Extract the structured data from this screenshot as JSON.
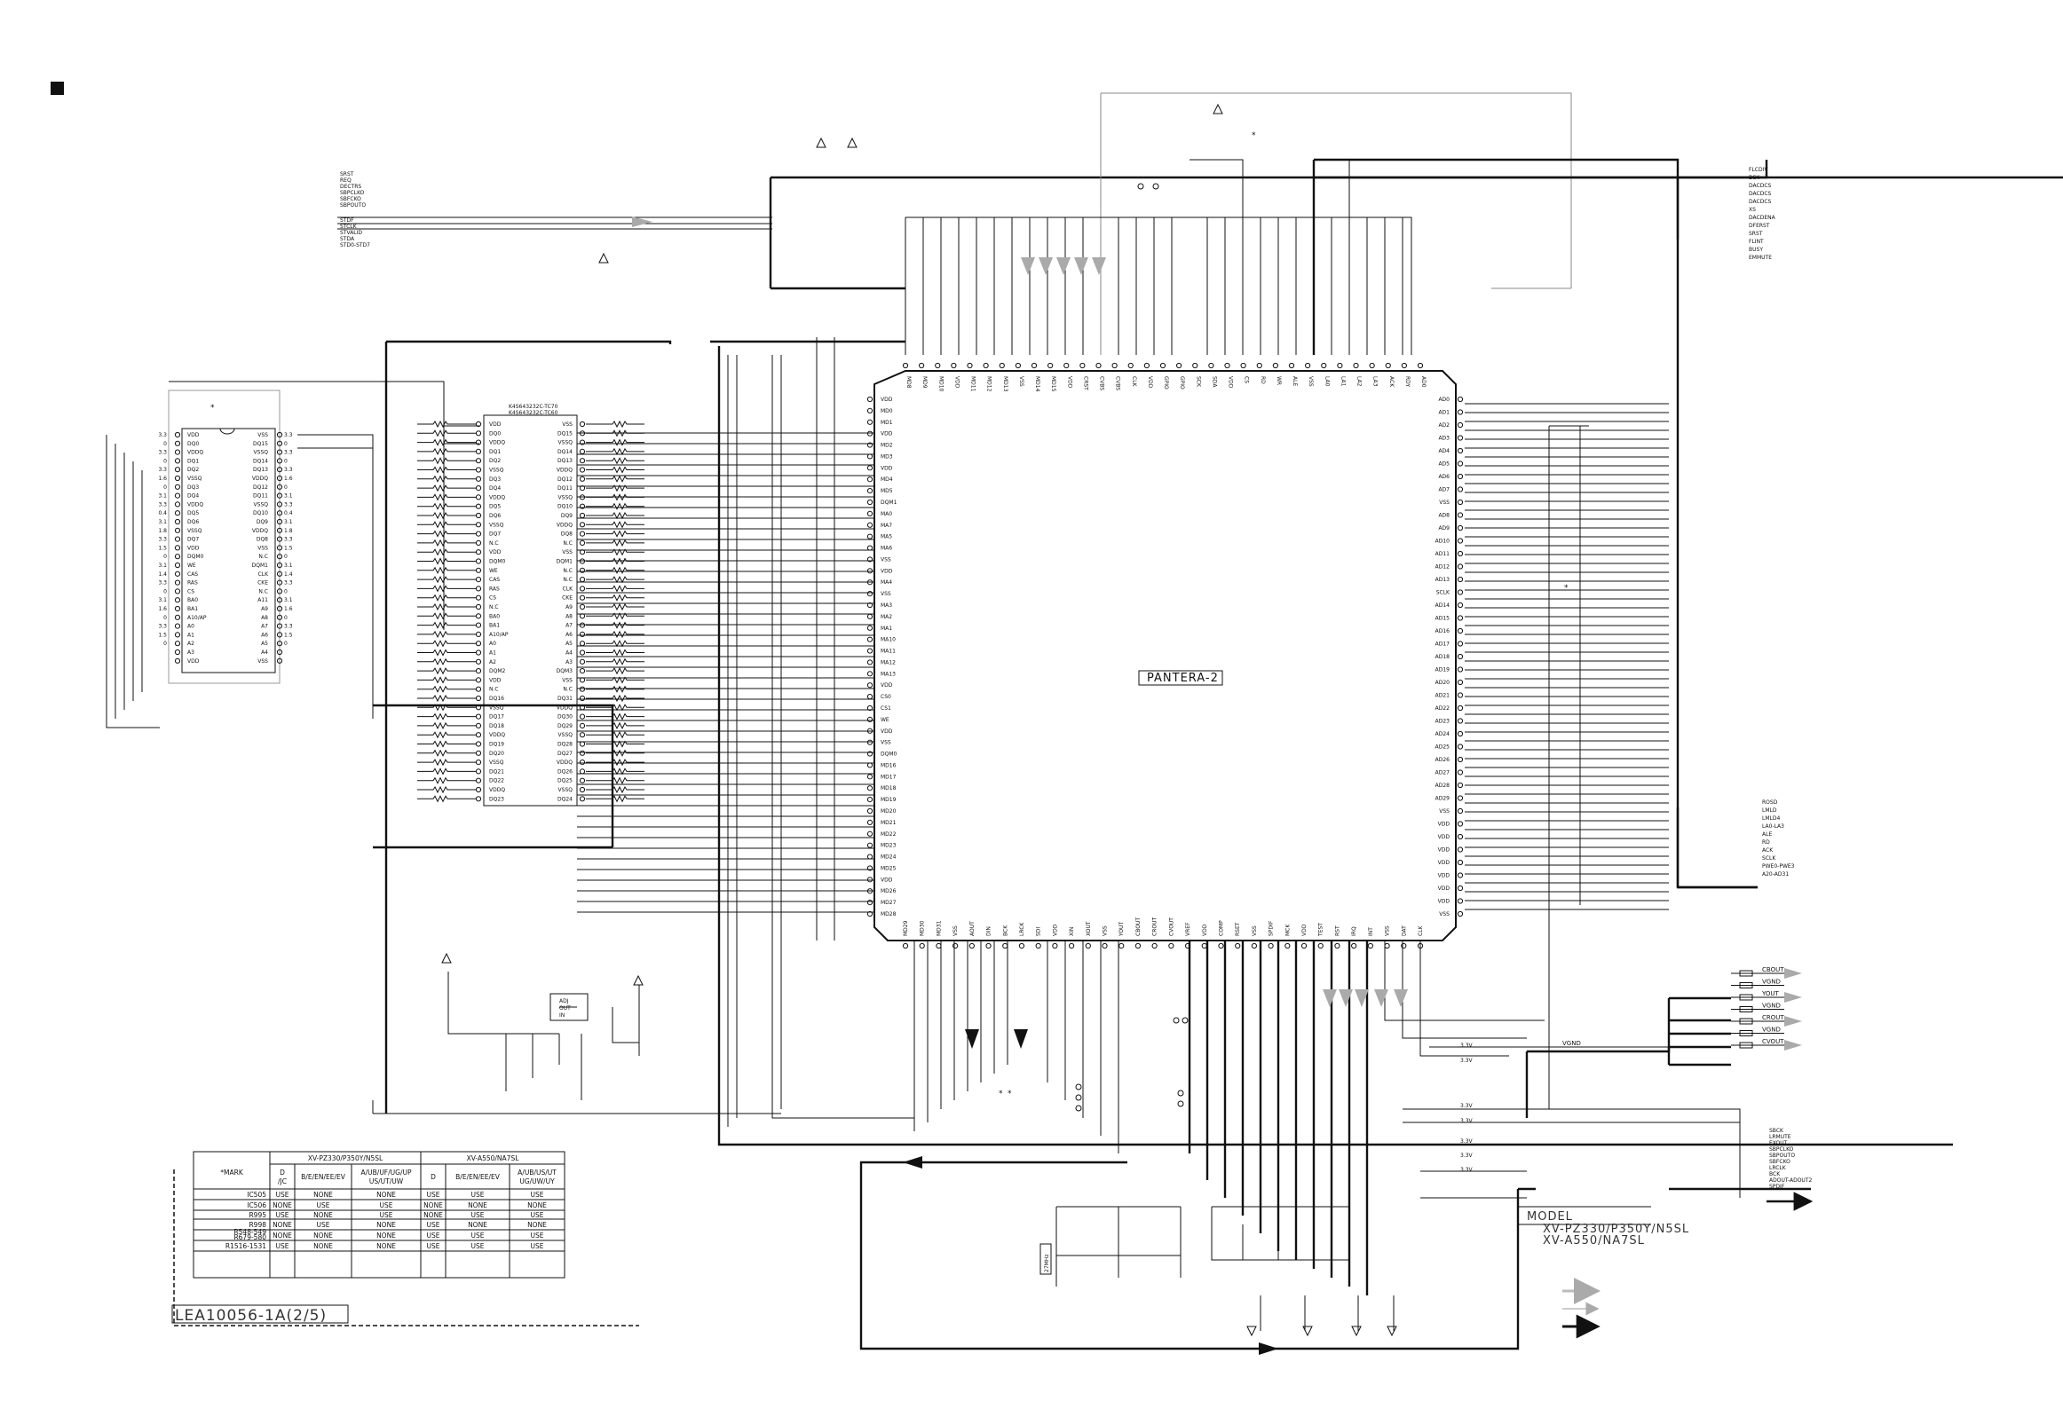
{
  "ic_main": {
    "label": "PANTERA-2"
  },
  "ic_dram": {
    "part_a": "K4S643232C-TC70",
    "part_b": "K4S643232C-TC60"
  },
  "left_bus_labels": [
    "SRST",
    "REQ",
    "DECTRS",
    "SBPCLKO",
    "SBFCKO",
    "SBPOUTO",
    "STDF",
    "STCLK",
    "STVALID",
    "STDA",
    "STD0-STD7"
  ],
  "right_bus_labels_top": [
    "FLCDIV",
    "BCK",
    "DACDCS",
    "DACDCS",
    "DACDCS",
    "XS",
    "DACDENA",
    "DFERST",
    "SRST",
    "FLINT",
    "BUSY",
    "EMMUTE"
  ],
  "right_bus_labels_mid": [
    "ROSD",
    "LMLD",
    "LMLD4",
    "LA0-LA3",
    "ALE",
    "RD",
    "ACK",
    "SCLK",
    "PWE0-PWE3",
    "A20-AD31"
  ],
  "right_bus_labels_low": [
    "SBCK",
    "LRMUTE",
    "EXOUT",
    "SBPCLKO",
    "SBPOUTO",
    "SBFCKO",
    "LRCLK",
    "BCK",
    "ADOUT-ADOUT2",
    "SPDIF"
  ],
  "video_outputs": [
    "CBOUT",
    "VGND",
    "YOUT",
    "VGND",
    "CROUT",
    "VGND",
    "CVOUT"
  ],
  "vgnd_label": "VGND",
  "voltage_labels": [
    "3.3V",
    "3.3V",
    "3.3V",
    "3.3V",
    "3.3V",
    "3.3V",
    "3.3V"
  ],
  "crystal_label": "27MHz",
  "marker_star": "*",
  "model_block": {
    "title": "MODEL",
    "lines": [
      "XV-PZ330/P350Y/N5SL",
      "XV-A550/NA7SL"
    ]
  },
  "sheet_code": "LEA10056-1A(2/5)",
  "table": {
    "group_headers": [
      "XV-PZ330/P350Y/N5SL",
      "XV-A550/NA7SL"
    ],
    "col_headers": [
      "*MARK",
      "D /JC",
      "B/E/EN/EE/EV",
      "A/UB/UF/UG/UP US/UT/UW",
      "D",
      "B/E/EN/EE/EV",
      "A/UB/US/UT UG/UW/UY"
    ],
    "rows": [
      [
        "IC505",
        "USE",
        "NONE",
        "NONE",
        "USE",
        "USE",
        "USE"
      ],
      [
        "IC506",
        "NONE",
        "USE",
        "USE",
        "NONE",
        "NONE",
        "NONE"
      ],
      [
        "R995",
        "USE",
        "NONE",
        "USE",
        "NONE",
        "USE",
        "USE"
      ],
      [
        "R998",
        "NONE",
        "USE",
        "NONE",
        "USE",
        "NONE",
        "NONE"
      ],
      [
        "R548-549 R679-580",
        "NONE",
        "NONE",
        "NONE",
        "USE",
        "USE",
        "USE"
      ],
      [
        "R1516-1531",
        "USE",
        "NONE",
        "NONE",
        "USE",
        "USE",
        "USE"
      ]
    ]
  },
  "pantera_pins_left": [
    "VDD",
    "MD0",
    "MD1",
    "VDD",
    "MD2",
    "MD3",
    "VDD",
    "MD4",
    "MD5",
    "DQM1",
    "MA0",
    "MA7",
    "MA5",
    "MA6",
    "VSS",
    "VDD",
    "MA4",
    "VSS",
    "MA3",
    "MA2",
    "MA1",
    "MA10",
    "MA11",
    "MA12",
    "MA13",
    "VDD",
    "CS0",
    "CS1",
    "WE",
    "VDD",
    "VSS",
    "DQM0",
    "MD16",
    "MD17",
    "MD18",
    "MD19",
    "MD20",
    "MD21",
    "MD22",
    "MD23",
    "MD24",
    "MD25",
    "VDD",
    "MD26",
    "MD27",
    "MD28"
  ],
  "pantera_pins_right": [
    "AD0",
    "AD1",
    "AD2",
    "AD3",
    "AD4",
    "AD5",
    "AD6",
    "AD7",
    "VSS",
    "AD8",
    "AD9",
    "AD10",
    "AD11",
    "AD12",
    "AD13",
    "SCLK",
    "AD14",
    "AD15",
    "AD16",
    "AD17",
    "AD18",
    "AD19",
    "AD20",
    "AD21",
    "AD22",
    "AD23",
    "AD24",
    "AD25",
    "AD26",
    "AD27",
    "AD28",
    "AD29",
    "VSS",
    "VDD",
    "VDD",
    "VDD",
    "VDD",
    "VDD",
    "VDD",
    "VDD",
    "VSS"
  ],
  "pantera_pins_top": [
    "MD8",
    "MD9",
    "MD10",
    "VDD",
    "MD11",
    "MD12",
    "MD13",
    "VSS",
    "MD14",
    "MD15",
    "VDD",
    "CRST",
    "CVBS",
    "CVBS",
    "CLK",
    "VDD",
    "GPIO",
    "GPIO",
    "SCK",
    "SDA",
    "VDD",
    "CS",
    "RD",
    "WR",
    "ALE",
    "VSS",
    "LA0",
    "LA1",
    "LA2",
    "LA3",
    "ACK",
    "RDY",
    "AD0"
  ],
  "pantera_pins_bottom": [
    "MD29",
    "MD30",
    "MD31",
    "VSS",
    "AOUT",
    "DIN",
    "BCK",
    "LRCK",
    "SDI",
    "VDD",
    "XIN",
    "XOUT",
    "VSS",
    "YOUT",
    "CBOUT",
    "CROUT",
    "CVOUT",
    "VREF",
    "VDD",
    "COMP",
    "RSET",
    "VSS",
    "SPDIF",
    "MCK",
    "VDD",
    "TEST",
    "RST",
    "IRQ",
    "INT",
    "VSS",
    "DAT",
    "CLK"
  ],
  "dram_pins_left": [
    "VDD",
    "DQ0",
    "VDDQ",
    "DQ1",
    "DQ2",
    "VSSQ",
    "DQ3",
    "DQ4",
    "VDDQ",
    "DQ5",
    "DQ6",
    "VSSQ",
    "DQ7",
    "N.C",
    "VDD",
    "DQM0",
    "WE",
    "CAS",
    "RAS",
    "CS",
    "N.C",
    "BA0",
    "BA1",
    "A10/AP",
    "A0",
    "A1",
    "A2",
    "DQM2",
    "VDD",
    "N.C",
    "DQ16",
    "VSSQ",
    "DQ17",
    "DQ18",
    "VDDQ",
    "DQ19",
    "DQ20",
    "VSSQ",
    "DQ21",
    "DQ22",
    "VDDQ",
    "DQ23"
  ],
  "dram_pins_right": [
    "VSS",
    "DQ15",
    "VSSQ",
    "DQ14",
    "DQ13",
    "VDDQ",
    "DQ12",
    "DQ11",
    "VSSQ",
    "DQ10",
    "DQ9",
    "VDDQ",
    "DQ8",
    "N.C",
    "VSS",
    "DQM1",
    "N.C",
    "N.C",
    "CLK",
    "CKE",
    "A9",
    "A8",
    "A7",
    "A6",
    "A5",
    "A4",
    "A3",
    "DQM3",
    "VSS",
    "N.C",
    "DQ31",
    "VDDQ",
    "DQ30",
    "DQ29",
    "VSSQ",
    "DQ28",
    "DQ27",
    "VDDQ",
    "DQ26",
    "DQ25",
    "VSSQ",
    "DQ24"
  ],
  "flash_pins_left": [
    "VDD",
    "DQ0",
    "VDDQ",
    "DQ1",
    "DQ2",
    "VSSQ",
    "DQ3",
    "DQ4",
    "VDDQ",
    "DQ5",
    "DQ6",
    "VSSQ",
    "DQ7",
    "VDD",
    "DQM0",
    "WE",
    "CAS",
    "RAS",
    "CS",
    "BA0",
    "BA1",
    "A10/AP",
    "A0",
    "A1",
    "A2",
    "A3",
    "VDD"
  ],
  "flash_pins_right": [
    "VSS",
    "DQ15",
    "VSSQ",
    "DQ14",
    "DQ13",
    "VDDQ",
    "DQ12",
    "DQ11",
    "VSSQ",
    "DQ10",
    "DQ9",
    "VDDQ",
    "DQ8",
    "VSS",
    "N.C",
    "DQM1",
    "CLK",
    "CKE",
    "N.C",
    "A11",
    "A9",
    "A8",
    "A7",
    "A6",
    "A5",
    "A4",
    "VSS"
  ],
  "pin_voltage_left": [
    "3.3",
    "0",
    "3.3",
    "0",
    "3.3",
    "1.6",
    "0",
    "3.1",
    "3.3",
    "0.4",
    "3.1",
    "1.8",
    "3.3",
    "1.5",
    "0",
    "3.1",
    "1.4",
    "3.3",
    "0",
    "3.1",
    "1.6",
    "0",
    "3.3",
    "1.5",
    "0"
  ],
  "small_ic_pins": [
    "ADJ",
    "OUT",
    "IN"
  ],
  "colors": {
    "ink": "#111111",
    "gray": "#999999",
    "paper": "#ffffff"
  },
  "icons": [
    "square-marker-icon",
    "arrow-right-icon",
    "arrow-left-icon",
    "arrow-down-icon",
    "ground-triangle-icon",
    "test-point-icon"
  ]
}
